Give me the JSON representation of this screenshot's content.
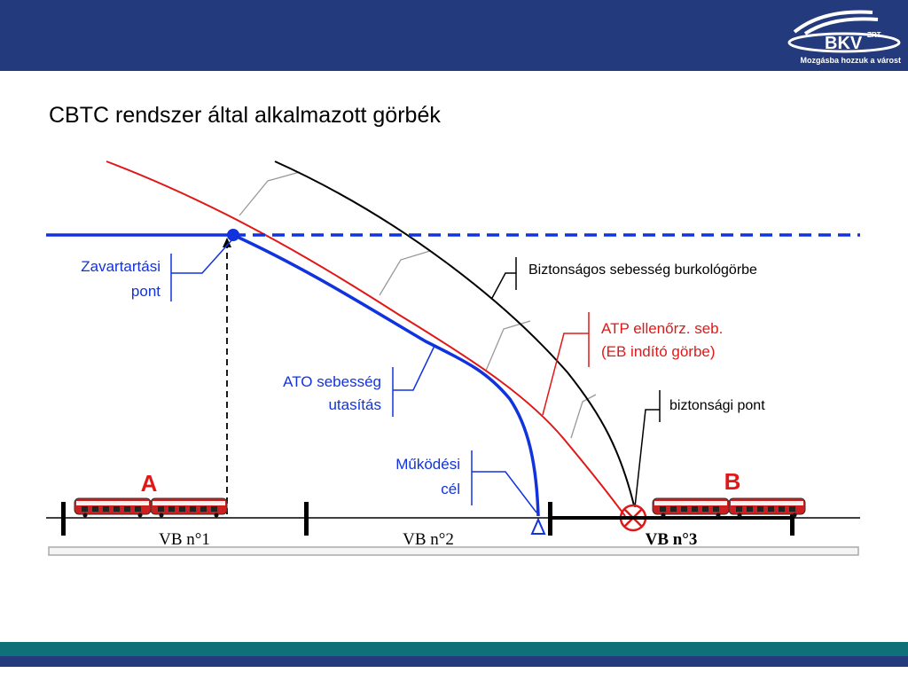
{
  "header": {
    "logo_text": "BKV",
    "logo_superscript": "ZRT",
    "tagline": "Mozgásba hozzuk a várost"
  },
  "slide": {
    "title": "CBTC rendszer által alkalmazott görbék"
  },
  "diagram": {
    "labels": {
      "interference_1": "Zavartartási",
      "interference_2": "pont",
      "safe_speed": "Biztonságos sebesség burkológörbe",
      "atp_1": "ATP ellenőrz. seb.",
      "atp_2": "(EB indító görbe)",
      "safety_point": "biztonsági pont",
      "ato_1": "ATO sebesség",
      "ato_2": "utasítás",
      "target_1": "Működési",
      "target_2": "cél",
      "station_a": "A",
      "station_b": "B",
      "vb1": "VB n°1",
      "vb2": "VB n°2",
      "vb3": "VB n°3"
    },
    "colors": {
      "blue": "#1133dd",
      "red": "#e01818",
      "black": "#000000",
      "gray": "#999999",
      "train_red": "#cc2020"
    }
  }
}
